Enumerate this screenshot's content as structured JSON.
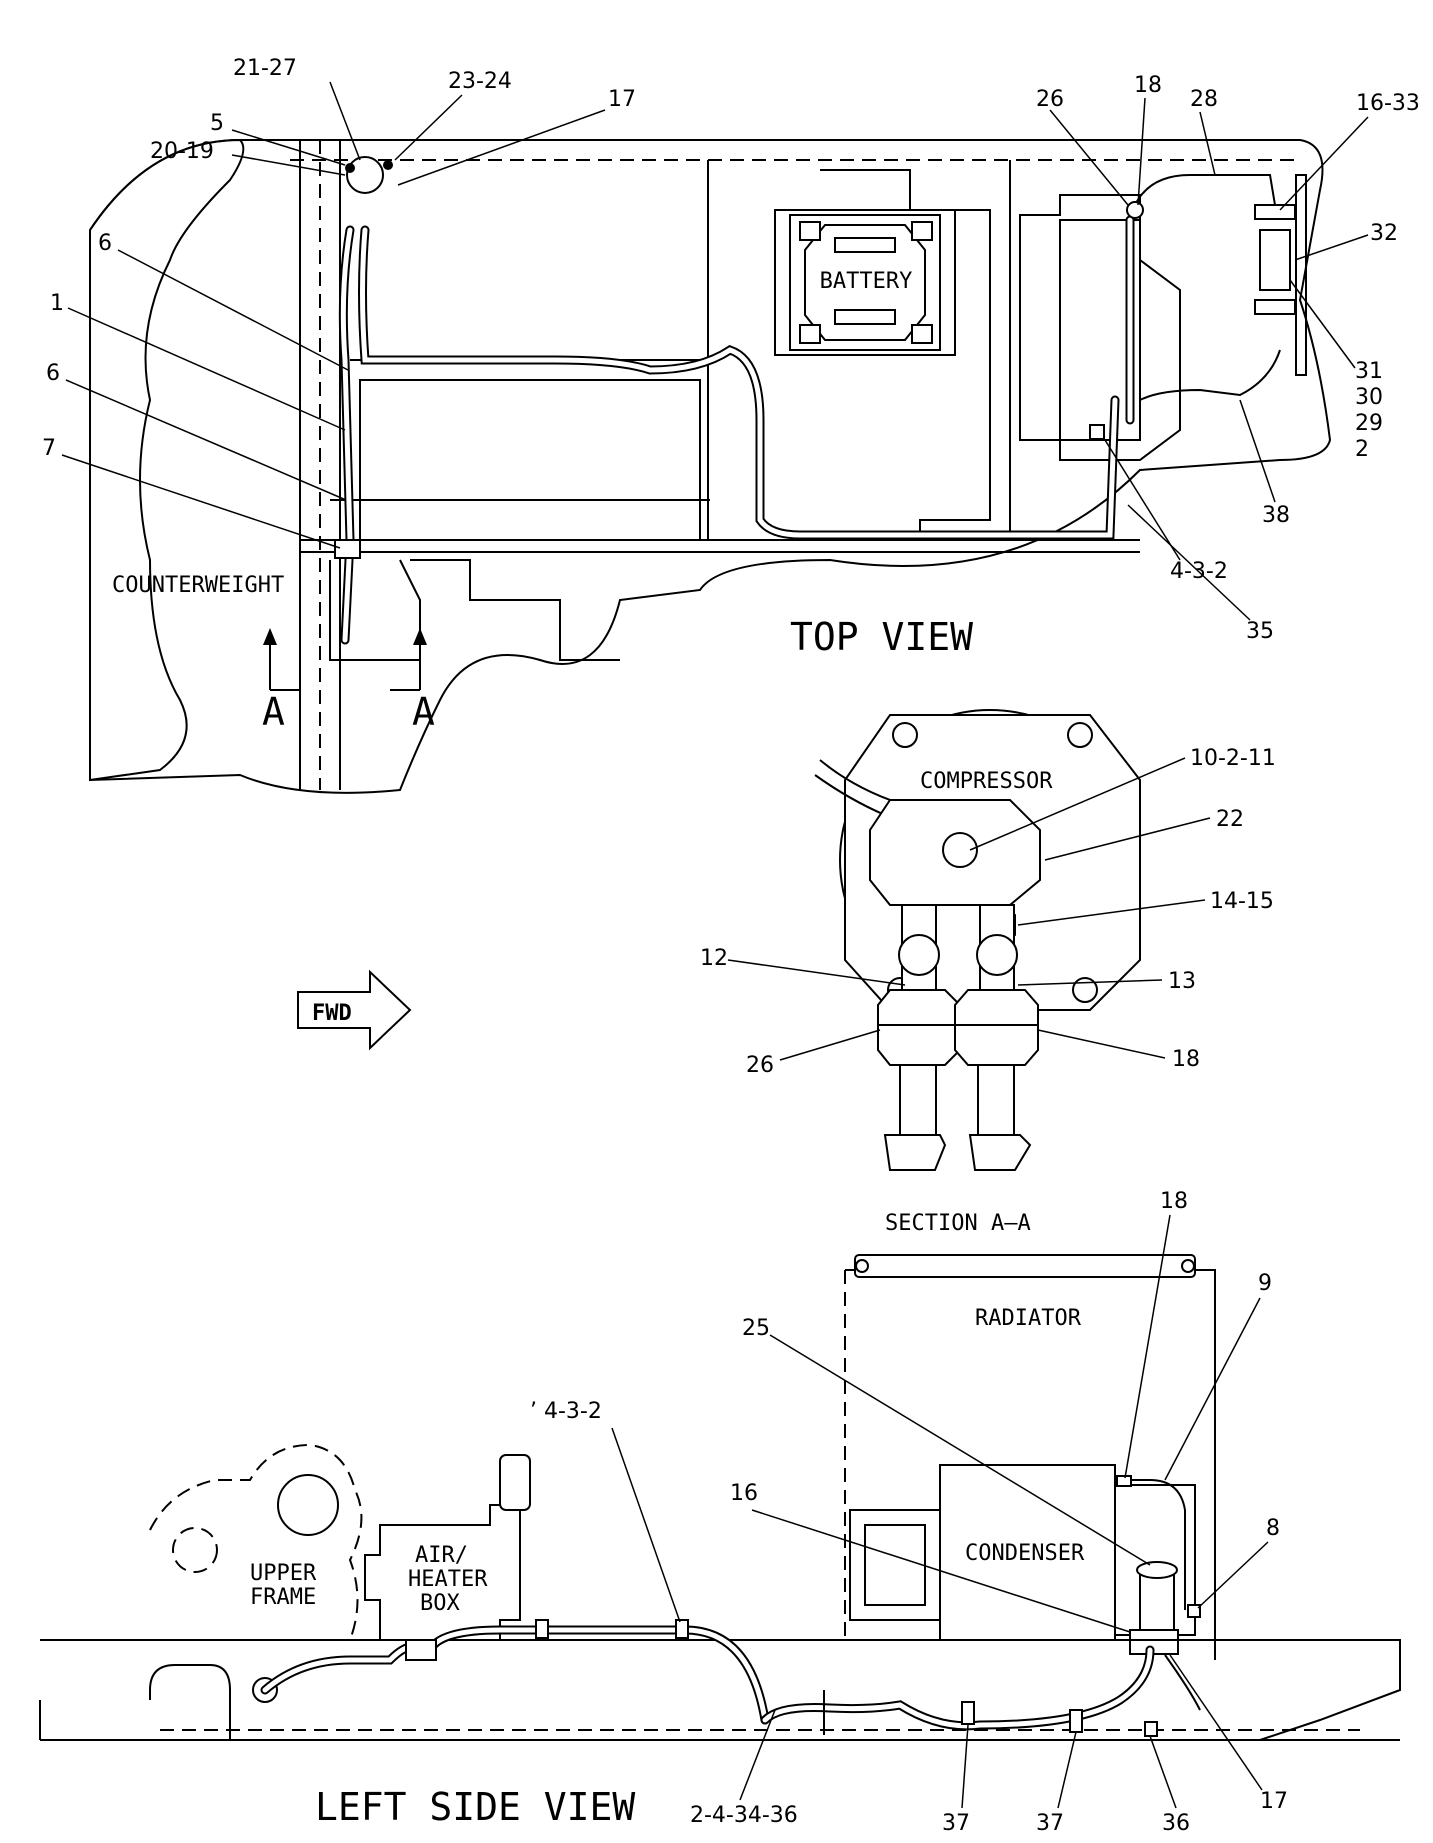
{
  "views": {
    "top": "TOP VIEW",
    "side": "LEFT SIDE VIEW",
    "section": "SECTION A–A",
    "section_marker": "A"
  },
  "components": {
    "counterweight": "COUNTERWEIGHT",
    "battery": "BATTERY",
    "compressor": "COMPRESSOR",
    "fwd": "FWD",
    "radiator": "RADIATOR",
    "condenser": "CONDENSER",
    "upper_frame_l1": "UPPER",
    "upper_frame_l2": "FRAME",
    "air_box_l1": "AIR/",
    "air_box_l2": "HEATER",
    "air_box_l3": "BOX"
  },
  "callouts": {
    "c21_27": "21-27",
    "c23_24": "23-24",
    "c17_top": "17",
    "c5": "5",
    "c20_19": "20-19",
    "c6_a": "6",
    "c1": "1",
    "c6_b": "6",
    "c7": "7",
    "c26_top": "26",
    "c18_top": "18",
    "c28": "28",
    "c16_33": "16-33",
    "c32": "32",
    "c31": "31",
    "c30": "30",
    "c29": "29",
    "c2": "2",
    "c38": "38",
    "c4_3_2_top": "4-3-2",
    "c35": "35",
    "c10_2_11": "10-2-11",
    "c22": "22",
    "c14_15": "14-15",
    "c12": "12",
    "c13": "13",
    "c26_sec": "26",
    "c18_sec": "18",
    "c18_side": "18",
    "c9": "9",
    "c25": "25",
    "c8": "8",
    "c4_3_2_side": "’ 4-3-2",
    "c16_side": "16",
    "c2_4_34_36": "2-4-34-36",
    "c37_a": "37",
    "c37_b": "37",
    "c36": "36",
    "c17_side": "17"
  }
}
